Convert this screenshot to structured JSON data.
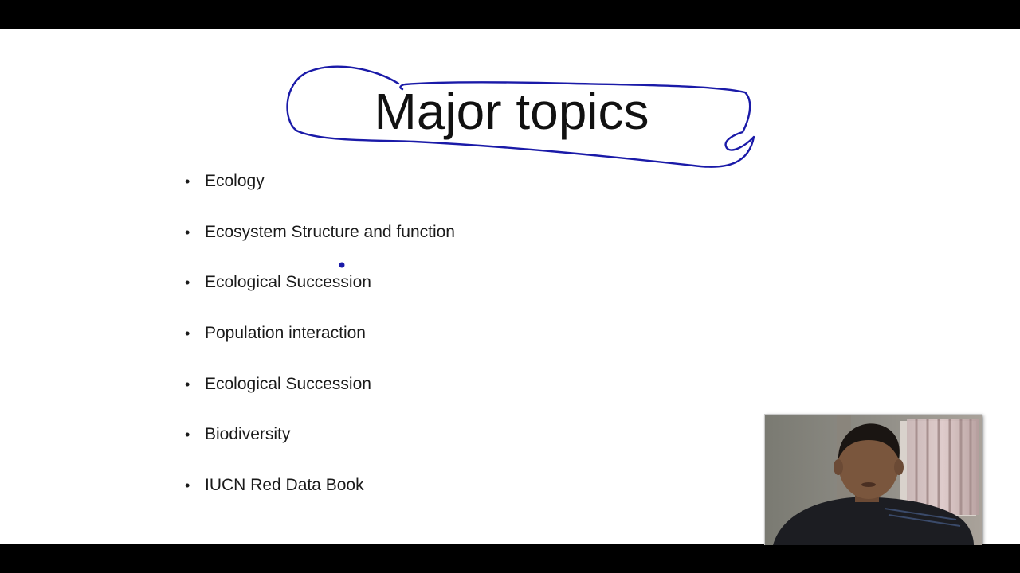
{
  "slide": {
    "title": "Major topics",
    "topics": [
      "Ecology",
      "Ecosystem Structure and function",
      "Ecological Succession",
      "Population interaction",
      "Ecological Succession",
      "Biodiversity",
      "IUCN Red Data Book"
    ],
    "bullet_glyph": "•",
    "annotation_color": "#1a1aa8"
  },
  "webcam": {
    "subject": "presenter webcam feed"
  }
}
